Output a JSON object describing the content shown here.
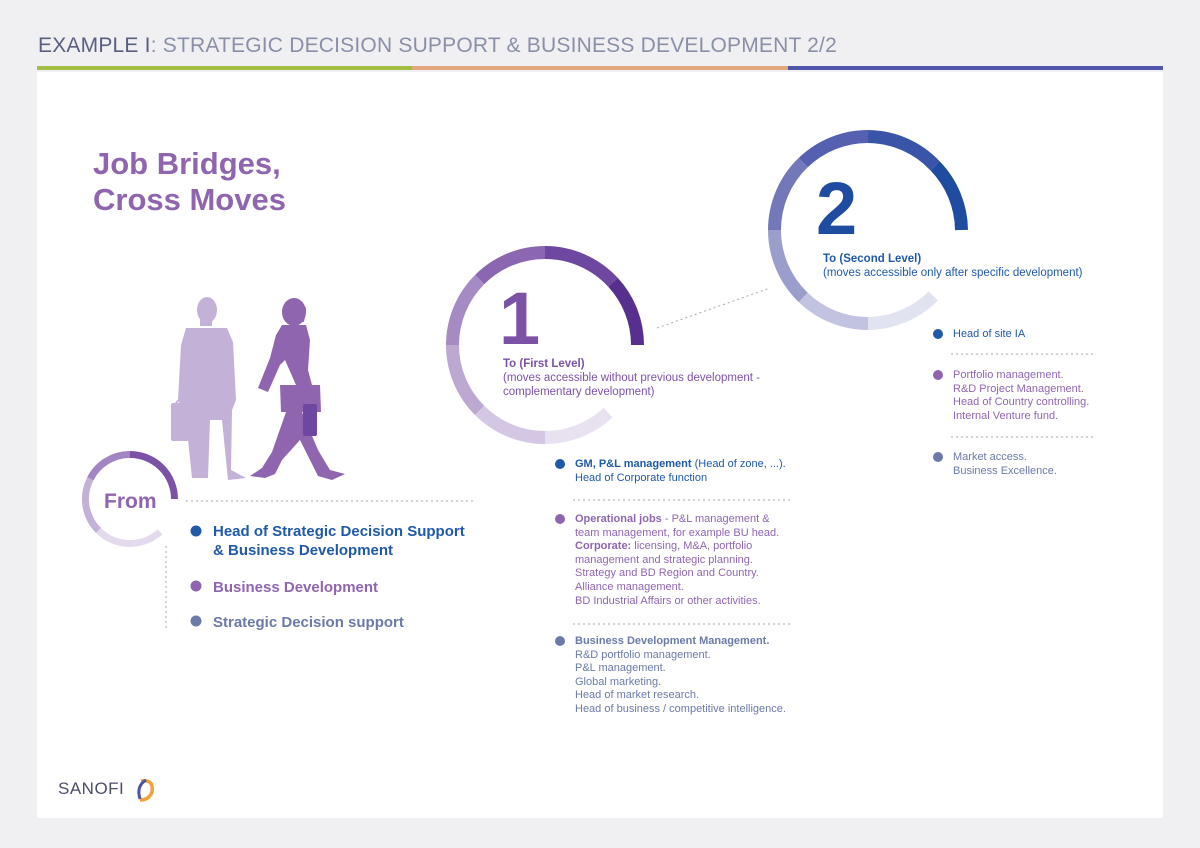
{
  "header": {
    "example_label": "EXAMPLE I",
    "title_rest": ": STRATEGIC DECISION SUPPORT & BUSINESS DEVELOPMENT 2/2"
  },
  "title": {
    "line1": "Job Bridges,",
    "line2": "Cross Moves"
  },
  "from": {
    "label": "From",
    "items": [
      {
        "line1": "Head of Strategic Decision Support",
        "line2": "& Business Development",
        "color": "#2059a8"
      },
      {
        "line1": "Business Development",
        "color": "#8f65b0"
      },
      {
        "line1": "Strategic Decision support",
        "color": "#6b7aa8"
      }
    ]
  },
  "level1": {
    "number": "1",
    "heading": "To (First Level)",
    "desc_line1": "(moves accessible without previous development -",
    "desc_line2": "complementary development)",
    "groups": [
      {
        "bold": "GM, P&L management",
        "rest": " (Head of zone, ...).",
        "lines": [
          "Head of Corporate function"
        ]
      },
      {
        "bold": "Operational jobs",
        "rest": " - P&L management &",
        "lines": [
          "team management, for example BU head."
        ],
        "bold2": "Corporate:",
        "rest2": " licensing, M&A, portfolio",
        "lines2": [
          "management and strategic planning.",
          "Strategy and BD Region and Country.",
          "Alliance management.",
          "BD Industrial Affairs or other activities."
        ]
      },
      {
        "bold": "Business Development Management.",
        "rest": "",
        "lines": [
          "R&D portfolio management.",
          "P&L management.",
          "Global marketing.",
          "Head of market research.",
          "Head of business / competitive intelligence."
        ]
      }
    ]
  },
  "level2": {
    "number": "2",
    "heading": "To (Second Level)",
    "desc_line1": "(moves accessible only after specific development)",
    "groups": [
      {
        "lines": [
          "Head of site IA"
        ]
      },
      {
        "lines": [
          "Portfolio management.",
          "R&D Project Management.",
          "Head of Country controlling.",
          "Internal Venture fund."
        ]
      },
      {
        "lines": [
          "Market access.",
          "Business Excellence."
        ]
      }
    ]
  },
  "logo": {
    "text": "SANOFI"
  },
  "colors": {
    "blue": "#2059a8",
    "purple": "#8f65b0",
    "slate": "#6b7aa8",
    "bar_green": "#a3bf43",
    "bar_orange": "#e3a77f",
    "bar_indigo": "#4f55a8"
  }
}
